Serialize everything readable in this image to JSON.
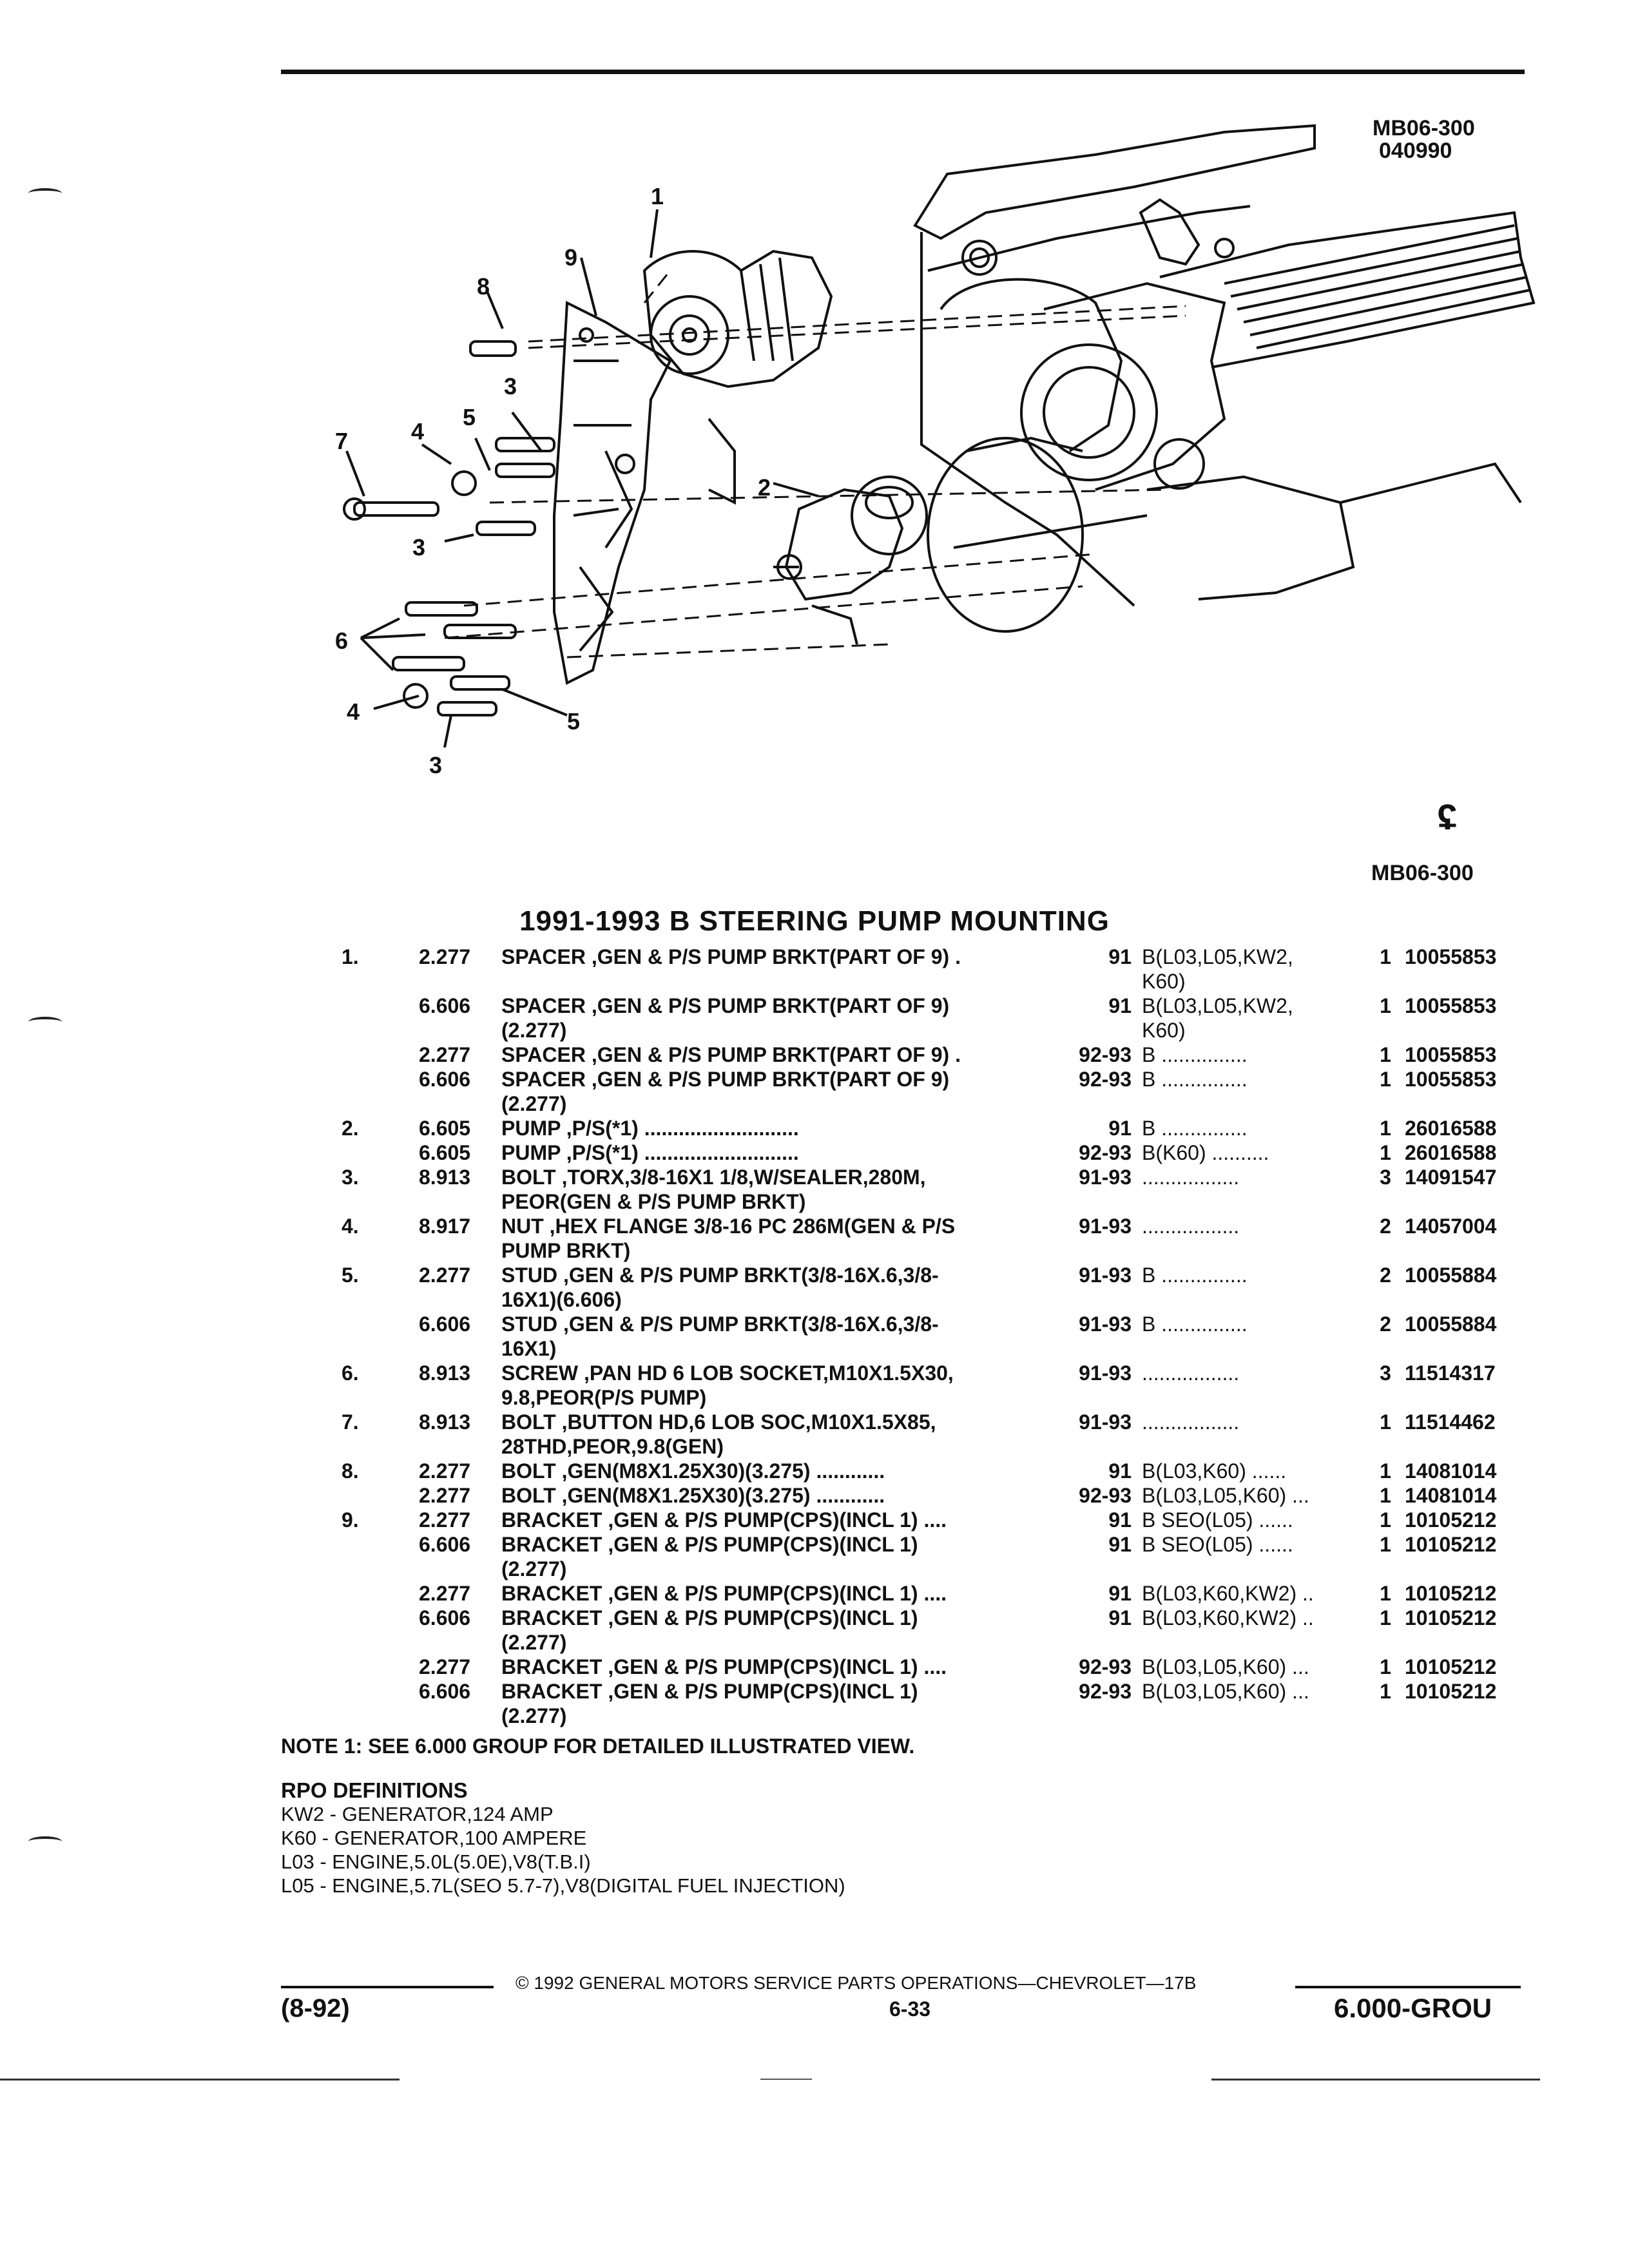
{
  "header": {
    "code": "MB06-300",
    "date_code": "040990"
  },
  "figure": {
    "code": "MB06-300",
    "callouts": [
      "1",
      "9",
      "8",
      "3",
      "7",
      "4",
      "5",
      "2",
      "3",
      "6",
      "4",
      "5",
      "3"
    ],
    "symbol": "ʢ"
  },
  "title": "1991-1993 B STEERING PUMP MOUNTING",
  "parts": [
    {
      "item": "1.",
      "group": "2.277",
      "desc": "SPACER ,GEN & P/S PUMP BRKT(PART OF 9)  .",
      "year": "91",
      "app": "B(L03,L05,KW2,",
      "qty": "1",
      "part": "10055853"
    },
    {
      "item": "",
      "group": "",
      "desc": "",
      "year": "",
      "app": "K60)",
      "qty": "",
      "part": ""
    },
    {
      "item": "",
      "group": "6.606",
      "desc": "SPACER ,GEN & P/S PUMP BRKT(PART OF 9)",
      "year": "91",
      "app": "B(L03,L05,KW2,",
      "qty": "1",
      "part": "10055853"
    },
    {
      "item": "",
      "group": "",
      "desc": "(2.277)",
      "year": "",
      "app": "K60)",
      "qty": "",
      "part": ""
    },
    {
      "item": "",
      "group": "2.277",
      "desc": "SPACER ,GEN & P/S PUMP BRKT(PART OF 9)  .",
      "year": "92-93",
      "app": "B ...............",
      "qty": "1",
      "part": "10055853"
    },
    {
      "item": "",
      "group": "6.606",
      "desc": "SPACER ,GEN & P/S PUMP BRKT(PART OF 9)",
      "year": "92-93",
      "app": "B ...............",
      "qty": "1",
      "part": "10055853"
    },
    {
      "item": "",
      "group": "",
      "desc": "(2.277)",
      "year": "",
      "app": "",
      "qty": "",
      "part": ""
    },
    {
      "item": "2.",
      "group": "6.605",
      "desc": "PUMP ,P/S(*1) ...........................",
      "year": "91",
      "app": "B ...............",
      "qty": "1",
      "part": "26016588"
    },
    {
      "item": "",
      "group": "6.605",
      "desc": "PUMP ,P/S(*1) ...........................",
      "year": "92-93",
      "app": "B(K60) ..........",
      "qty": "1",
      "part": "26016588"
    },
    {
      "item": "3.",
      "group": "8.913",
      "desc": "BOLT ,TORX,3/8-16X1 1/8,W/SEALER,280M,",
      "year": "91-93",
      "app": ".................",
      "qty": "3",
      "part": "14091547"
    },
    {
      "item": "",
      "group": "",
      "desc": "PEOR(GEN & P/S PUMP BRKT)",
      "year": "",
      "app": "",
      "qty": "",
      "part": ""
    },
    {
      "item": "4.",
      "group": "8.917",
      "desc": "NUT ,HEX FLANGE 3/8-16 PC 286M(GEN & P/S",
      "year": "91-93",
      "app": ".................",
      "qty": "2",
      "part": "14057004"
    },
    {
      "item": "",
      "group": "",
      "desc": "PUMP BRKT)",
      "year": "",
      "app": "",
      "qty": "",
      "part": ""
    },
    {
      "item": "5.",
      "group": "2.277",
      "desc": "STUD ,GEN & P/S PUMP BRKT(3/8-16X.6,3/8-",
      "year": "91-93",
      "app": "B ...............",
      "qty": "2",
      "part": "10055884"
    },
    {
      "item": "",
      "group": "",
      "desc": "16X1)(6.606)",
      "year": "",
      "app": "",
      "qty": "",
      "part": ""
    },
    {
      "item": "",
      "group": "6.606",
      "desc": "STUD ,GEN & P/S PUMP BRKT(3/8-16X.6,3/8-",
      "year": "91-93",
      "app": "B ...............",
      "qty": "2",
      "part": "10055884"
    },
    {
      "item": "",
      "group": "",
      "desc": "16X1)",
      "year": "",
      "app": "",
      "qty": "",
      "part": ""
    },
    {
      "item": "6.",
      "group": "8.913",
      "desc": "SCREW ,PAN HD 6 LOB SOCKET,M10X1.5X30,",
      "year": "91-93",
      "app": ".................",
      "qty": "3",
      "part": "11514317"
    },
    {
      "item": "",
      "group": "",
      "desc": "9.8,PEOR(P/S PUMP)",
      "year": "",
      "app": "",
      "qty": "",
      "part": ""
    },
    {
      "item": "7.",
      "group": "8.913",
      "desc": "BOLT ,BUTTON HD,6 LOB SOC,M10X1.5X85,",
      "year": "91-93",
      "app": ".................",
      "qty": "1",
      "part": "11514462"
    },
    {
      "item": "",
      "group": "",
      "desc": "28THD,PEOR,9.8(GEN)",
      "year": "",
      "app": "",
      "qty": "",
      "part": ""
    },
    {
      "item": "8.",
      "group": "2.277",
      "desc": "BOLT ,GEN(M8X1.25X30)(3.275) ............",
      "year": "91",
      "app": "B(L03,K60) ......",
      "qty": "1",
      "part": "14081014"
    },
    {
      "item": "",
      "group": "2.277",
      "desc": "BOLT ,GEN(M8X1.25X30)(3.275) ............",
      "year": "92-93",
      "app": "B(L03,L05,K60) ...",
      "qty": "1",
      "part": "14081014"
    },
    {
      "item": "9.",
      "group": "2.277",
      "desc": "BRACKET ,GEN & P/S PUMP(CPS)(INCL 1) ....",
      "year": "91",
      "app": "B SEO(L05) ......",
      "qty": "1",
      "part": "10105212"
    },
    {
      "item": "",
      "group": "6.606",
      "desc": "BRACKET ,GEN & P/S PUMP(CPS)(INCL 1)",
      "year": "91",
      "app": "B SEO(L05) ......",
      "qty": "1",
      "part": "10105212"
    },
    {
      "item": "",
      "group": "",
      "desc": "(2.277)",
      "year": "",
      "app": "",
      "qty": "",
      "part": ""
    },
    {
      "item": "",
      "group": "2.277",
      "desc": "BRACKET ,GEN & P/S PUMP(CPS)(INCL 1) ....",
      "year": "91",
      "app": "B(L03,K60,KW2) ..",
      "qty": "1",
      "part": "10105212"
    },
    {
      "item": "",
      "group": "6.606",
      "desc": "BRACKET ,GEN & P/S PUMP(CPS)(INCL 1)",
      "year": "91",
      "app": "B(L03,K60,KW2) ..",
      "qty": "1",
      "part": "10105212"
    },
    {
      "item": "",
      "group": "",
      "desc": "(2.277)",
      "year": "",
      "app": "",
      "qty": "",
      "part": ""
    },
    {
      "item": "",
      "group": "2.277",
      "desc": "BRACKET ,GEN & P/S PUMP(CPS)(INCL 1) ....",
      "year": "92-93",
      "app": "B(L03,L05,K60) ...",
      "qty": "1",
      "part": "10105212"
    },
    {
      "item": "",
      "group": "6.606",
      "desc": "BRACKET ,GEN & P/S PUMP(CPS)(INCL 1)",
      "year": "92-93",
      "app": "B(L03,L05,K60) ...",
      "qty": "1",
      "part": "10105212"
    },
    {
      "item": "",
      "group": "",
      "desc": "(2.277)",
      "year": "",
      "app": "",
      "qty": "",
      "part": ""
    }
  ],
  "note": "NOTE  1:  SEE 6.000 GROUP FOR DETAILED ILLUSTRATED VIEW.",
  "rpo": {
    "heading": "RPO DEFINITIONS",
    "items": [
      "KW2 - GENERATOR,124 AMP",
      "K60 - GENERATOR,100 AMPERE",
      "L03 - ENGINE,5.0L(5.0E),V8(T.B.I)",
      "L05 - ENGINE,5.7L(SEO 5.7-7),V8(DIGITAL FUEL INJECTION)"
    ]
  },
  "footer": {
    "copyright": "©  1992  GENERAL MOTORS SERVICE PARTS OPERATIONS—CHEVROLET—17B",
    "date": "(8-92)",
    "page": "6-33",
    "group": "6.000-GROU"
  }
}
